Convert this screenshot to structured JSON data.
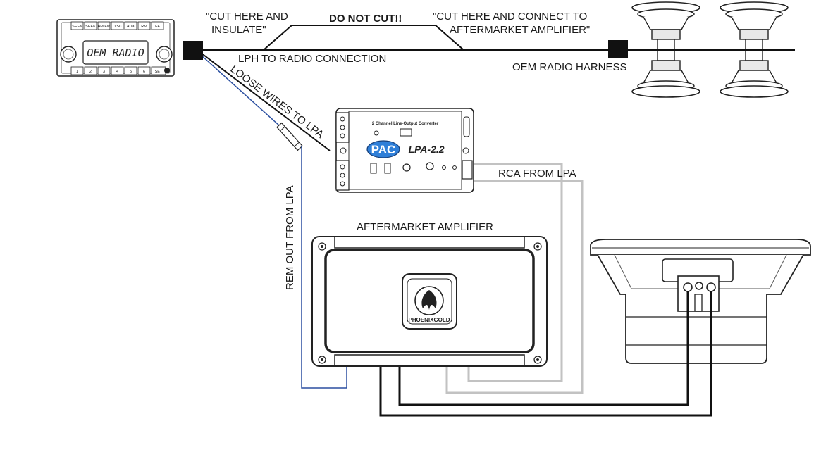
{
  "labels": {
    "cut_insulate_1": "\"CUT HERE AND",
    "cut_insulate_2": "INSULATE\"",
    "do_not_cut": "DO NOT CUT!!",
    "cut_connect_1": "\"CUT HERE AND CONNECT TO",
    "cut_connect_2": "AFTERMARKET AMPLIFIER\"",
    "lph_to_radio": "LPH TO RADIO CONNECTION",
    "oem_harness": "OEM RADIO HARNESS",
    "loose_wires": "LOOSE WIRES TO LPA",
    "rca_from_lpa": "RCA FROM LPA",
    "rem_out": "REM OUT FROM LPA",
    "aftermarket_amp": "AFTERMARKET AMPLIFIER"
  },
  "radio": {
    "display": "OEM RADIO",
    "top_buttons": [
      "SEEK",
      "SEEK",
      "AM/FM",
      "DISC",
      "AUX",
      "RM",
      "FF"
    ],
    "bottom_buttons": [
      "1",
      "2",
      "3",
      "4",
      "5",
      "6",
      "SET"
    ]
  },
  "lpa": {
    "title": "2 Channel Line-Output Converter",
    "logo": "PAC",
    "model": "LPA-2.2"
  },
  "amplifier": {
    "brand": "PHOENIXGOLD"
  },
  "colors": {
    "wire_black": "#111111",
    "wire_gray": "#c0c0c0",
    "wire_blue": "#2b4fa0",
    "pac_blue": "#2f7fd8"
  }
}
